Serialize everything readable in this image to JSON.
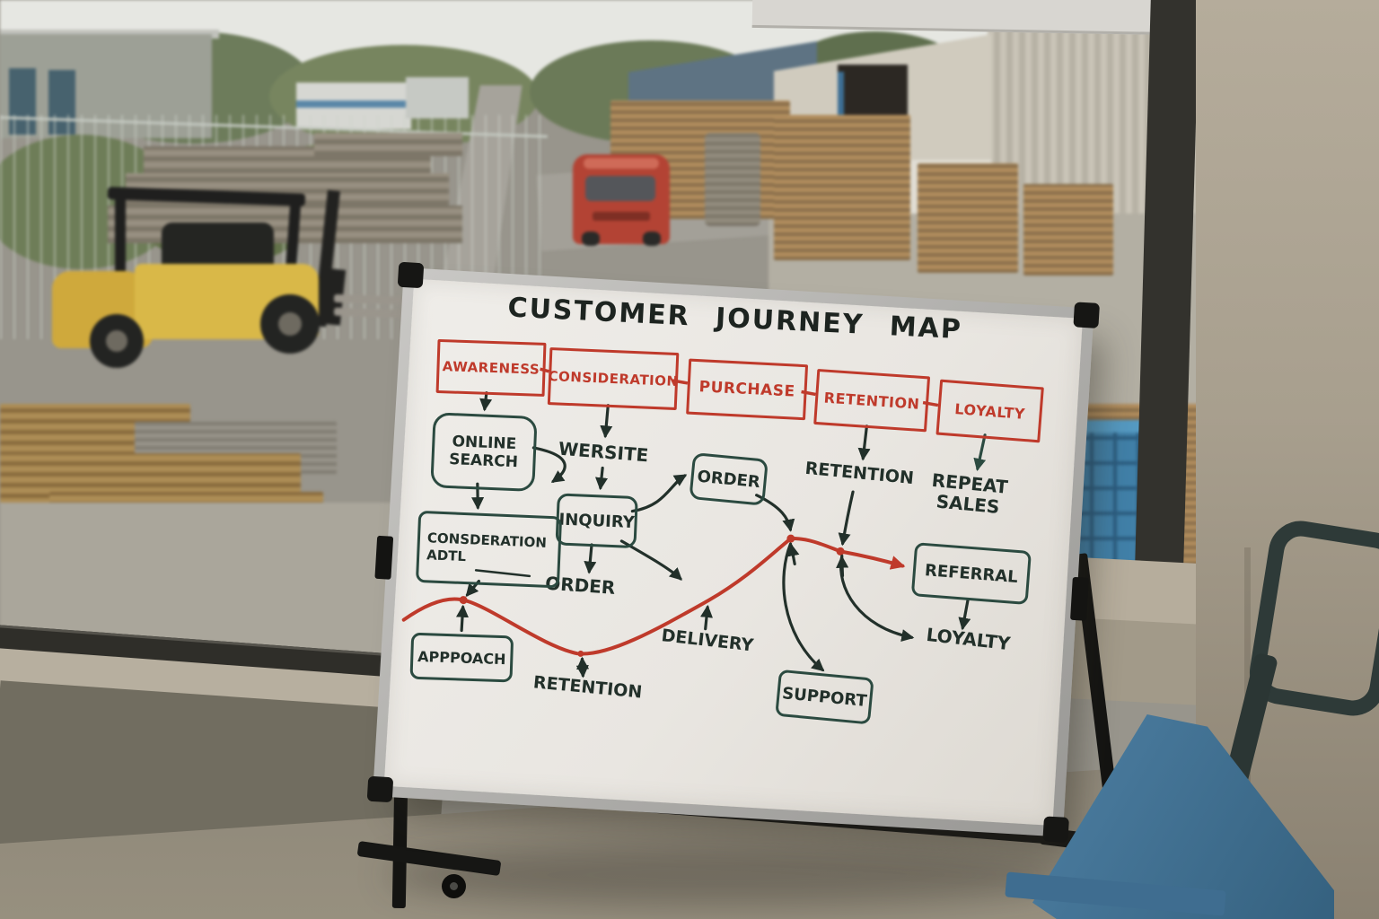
{
  "scene": {
    "description": "Rolling whiteboard with a hand-drawn customer journey map, standing indoors by a window that overlooks an industrial pallet yard",
    "objects": [
      "forklift",
      "red delivery van",
      "warehouse",
      "pallet stacks",
      "steel profile stacks",
      "chain-link fence",
      "trees",
      "road",
      "blue pallet jack",
      "window frame",
      "concrete wall"
    ]
  },
  "whiteboard": {
    "title": "CUSTOMER JOURNEY MAP",
    "stages": [
      "AWARENESS",
      "CONSIDERATION",
      "PURCHASE",
      "RETENTION",
      "LOYALTY"
    ],
    "nodes": {
      "online_search": "ONLINE\nSEARCH",
      "website": "WERSITE",
      "inquiry": "INQUIRY",
      "order_box": "ORDER",
      "order": "ORDER",
      "retention_mid": "RETENTION",
      "repeat_sales": "REPEAT\nSALES",
      "consideration_adtl": "CONSDERATION\nADTL",
      "approach": "APPPOACH",
      "retention_bottom": "RETENTION",
      "delivery": "DELIVERY",
      "support": "SUPPORT",
      "referral": "REFERRAL",
      "loyalty": "LOYALTY"
    },
    "colors": {
      "marker_red": "#bf3a2b",
      "marker_ink": "#22302a",
      "marker_teal": "#2b4a40"
    }
  }
}
